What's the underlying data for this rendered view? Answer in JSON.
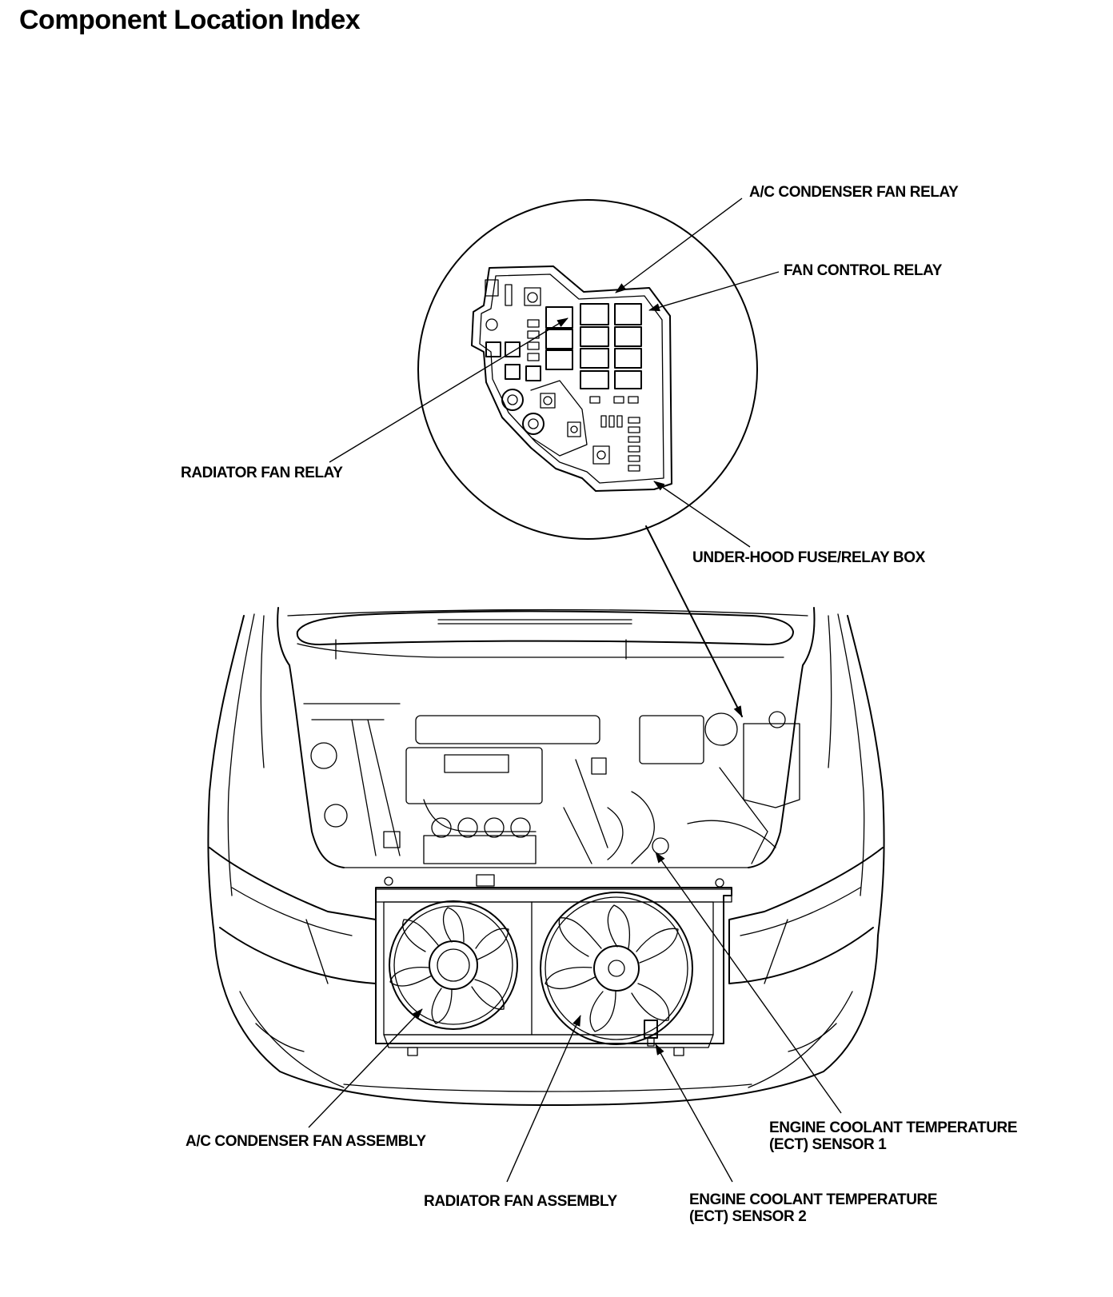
{
  "title": "Component Location Index",
  "labels": {
    "ac_condenser_fan_relay": "A/C CONDENSER FAN RELAY",
    "fan_control_relay": "FAN CONTROL RELAY",
    "radiator_fan_relay": "RADIATOR FAN RELAY",
    "under_hood_box": "UNDER-HOOD FUSE/RELAY BOX",
    "ac_condenser_fan_assembly": "A/C CONDENSER FAN ASSEMBLY",
    "radiator_fan_assembly": "RADIATOR FAN ASSEMBLY",
    "ect1_line1": "ENGINE COOLANT TEMPERATURE",
    "ect1_line2": "(ECT) SENSOR 1",
    "ect2_line1": "ENGINE COOLANT TEMPERATURE",
    "ect2_line2": "(ECT) SENSOR 2"
  }
}
